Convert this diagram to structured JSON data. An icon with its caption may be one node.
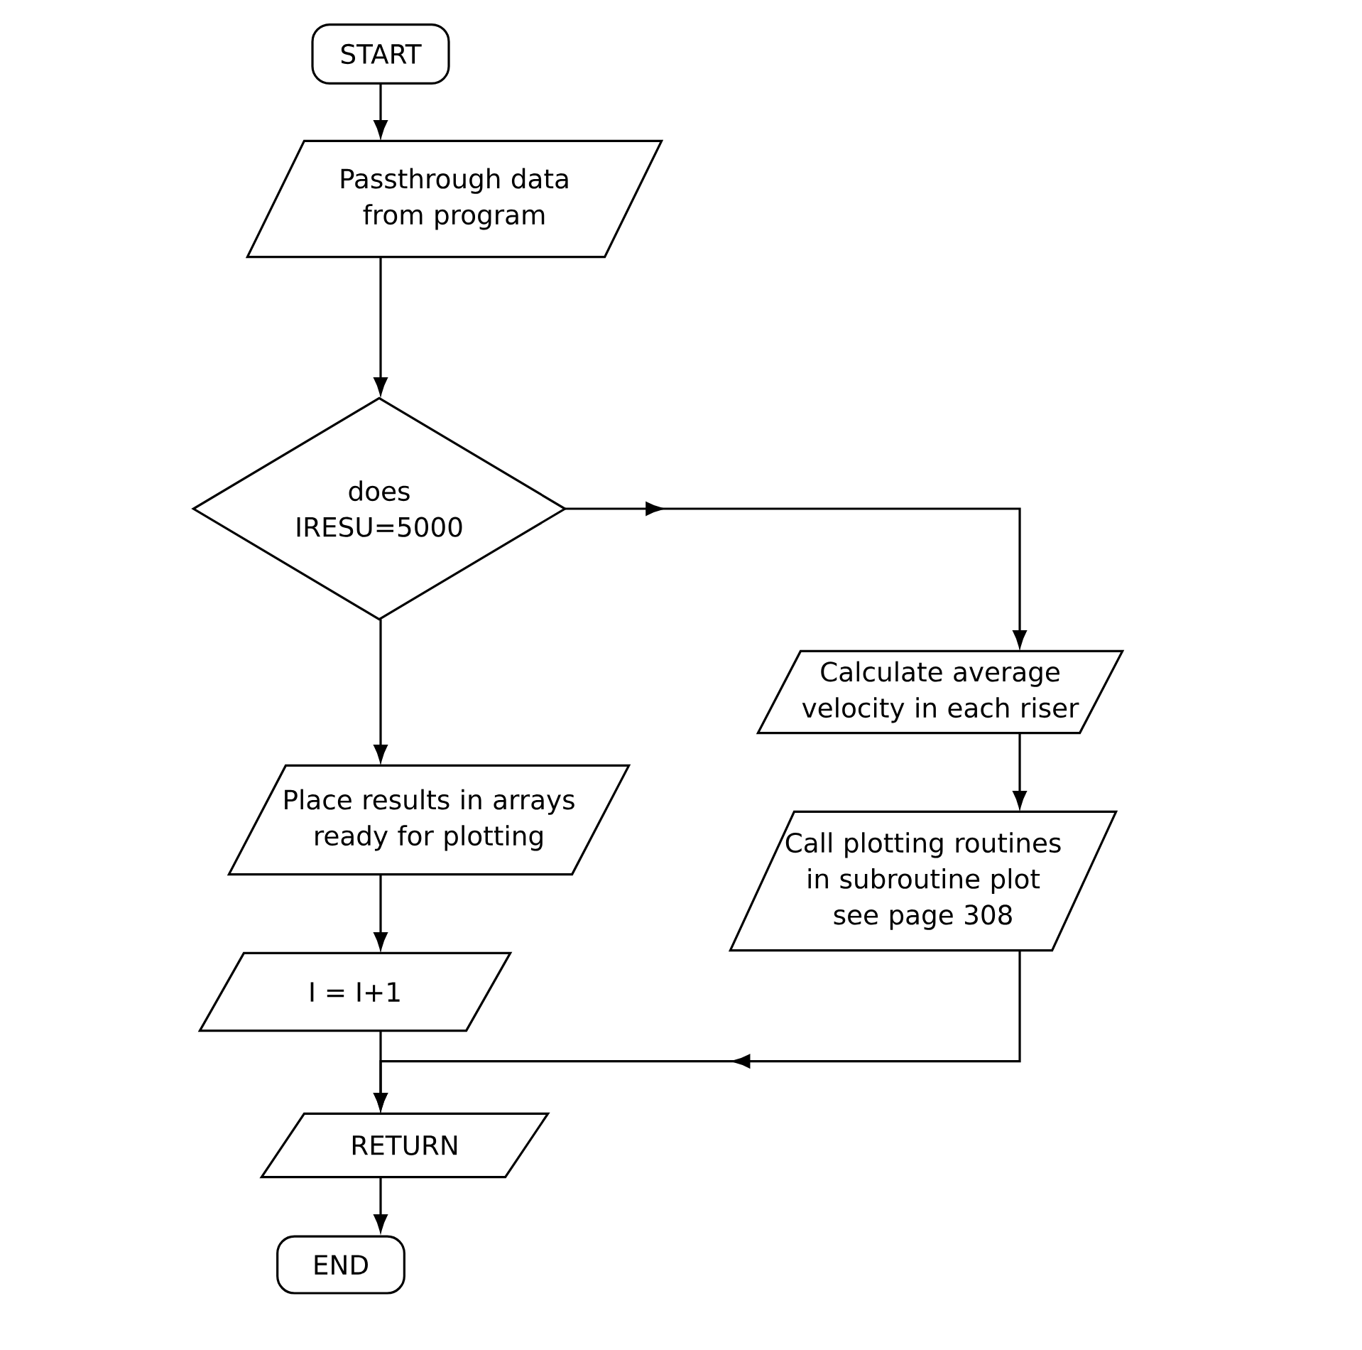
{
  "diagram": {
    "nodes": [
      {
        "text": [
          "START"
        ]
      },
      {
        "text": [
          "Passthrough data from program"
        ]
      },
      {
        "text": [
          "does IRESU=5000"
        ]
      },
      {
        "text": [
          "Calculate average velocity in each riser"
        ]
      },
      {
        "text": [
          "Call plotting routines in subroutine plot see page 308"
        ]
      },
      {
        "text": [
          "Place results in arrays ready for plotting"
        ]
      },
      {
        "text": [
          "I = I+1"
        ]
      },
      {
        "text": [
          "RETURN"
        ]
      },
      {
        "text": [
          "END"
        ]
      }
    ],
    "edges": [
      {
        "from": 0,
        "to": 1,
        "arrow": "to"
      },
      {
        "from": 1,
        "to": 2,
        "arrow": "to"
      },
      {
        "from": 2,
        "to": 3,
        "arrow": "to"
      },
      {
        "from": 3,
        "to": 4,
        "arrow": "to"
      },
      {
        "from": 2,
        "to": 5,
        "arrow": "to"
      },
      {
        "from": 5,
        "to": 6,
        "arrow": "to"
      },
      {
        "from": 6,
        "to": 7,
        "arrow": "to"
      },
      {
        "from": 4,
        "to": 7,
        "arrow": "to"
      },
      {
        "from": 7,
        "to": 8,
        "arrow": "to"
      }
    ]
  }
}
